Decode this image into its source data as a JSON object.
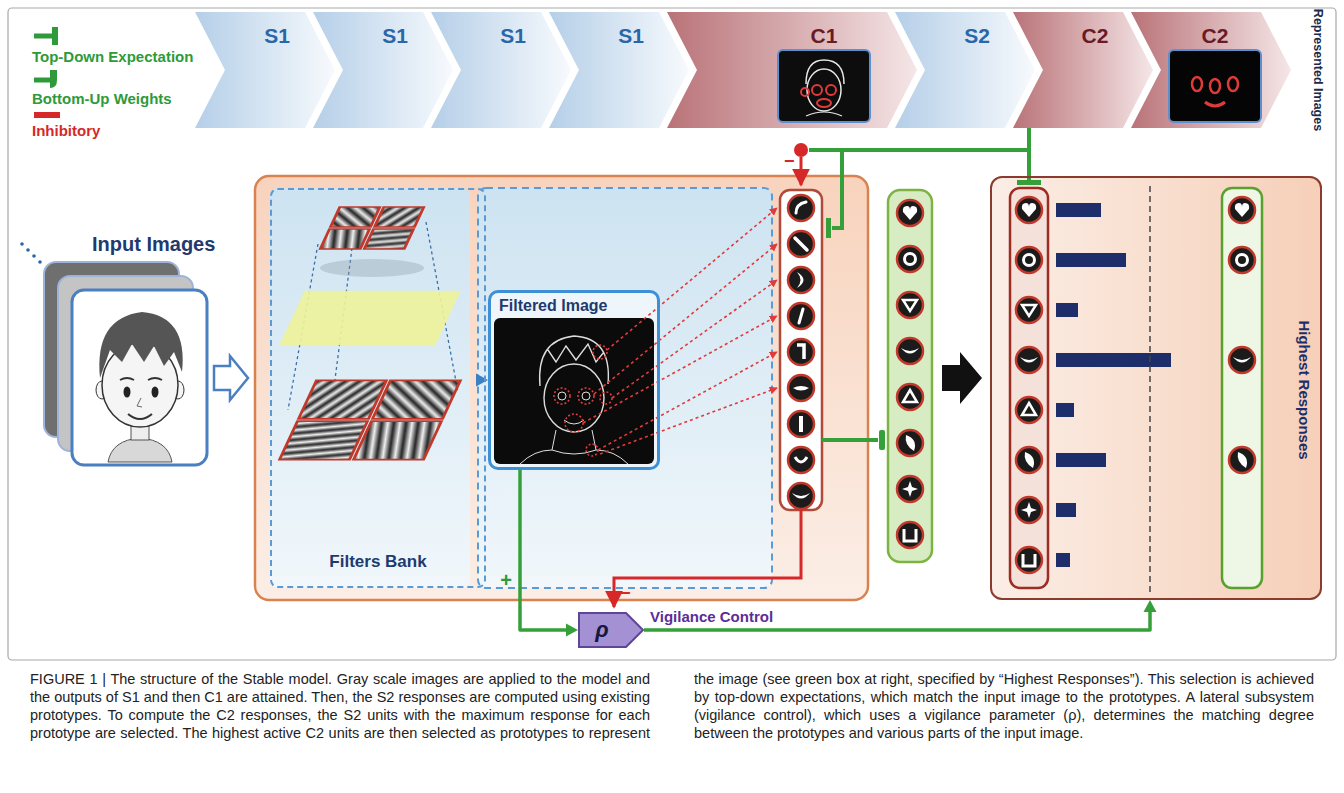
{
  "diagram": {
    "caption": "FIGURE 1 | The structure of the Stable model. Gray scale images are applied to the model and the outputs of S1 and then C1 are attained. Then, the S2 responses are computed using existing prototypes. To compute the C2 responses, the S2 units with the maximum response for each prototype are selected. The highest active C2 units are then selected as prototypes to represent the image (see green box at right, specified by “Highest Responses”). This selection is achieved by top-down expectations, which match the input image to the prototypes. A lateral subsystem (vigilance control), which uses a vigilance parameter (ρ), determines the matching degree between the prototypes and various parts of the input image.",
    "nodes": [
      {
        "text": [
          "S1"
        ]
      },
      {
        "text": [
          "S1"
        ]
      },
      {
        "text": [
          "S1"
        ]
      },
      {
        "text": [
          "S1"
        ]
      },
      {
        "text": [
          "C1"
        ]
      },
      {
        "text": [
          "S2"
        ]
      },
      {
        "text": [
          "C2"
        ]
      },
      {
        "text": [
          "C2"
        ]
      },
      {
        "text": [
          "Filters Bank"
        ]
      },
      {
        "text": [
          "Filtered Image"
        ]
      },
      {
        "text": [
          "ρ",
          "Vigilance Control"
        ]
      },
      {
        "text": [
          "Highest Responses"
        ]
      }
    ],
    "edges": [
      {
        "from": 8,
        "to": 9,
        "arrow": "to"
      },
      {
        "from": 9,
        "to": 10,
        "label": "+",
        "arrow": "to"
      },
      {
        "from": 10,
        "to": 11,
        "arrow": "to"
      }
    ],
    "labels": [
      "Represented Images",
      "Input Images",
      "−",
      "−"
    ],
    "legend": [
      {
        "text": "Top-Down Expectation"
      },
      {
        "text": "Bottom-Up Weights"
      },
      {
        "text": "Inhibitory"
      }
    ]
  }
}
